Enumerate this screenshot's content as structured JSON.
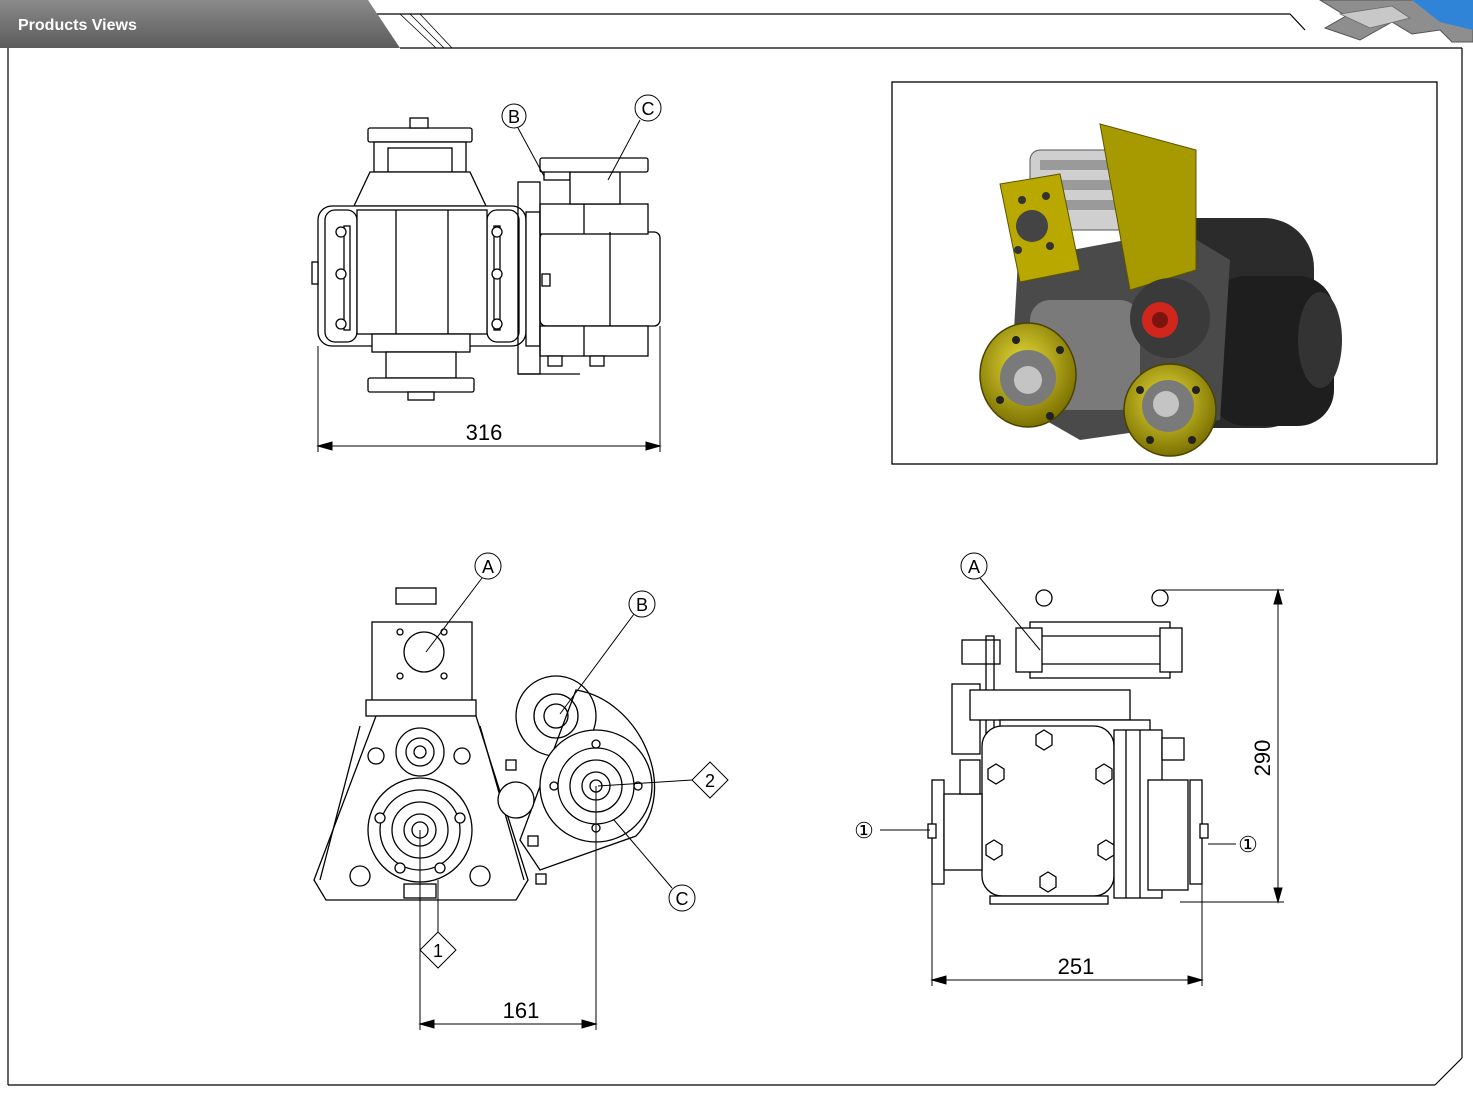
{
  "header": {
    "tab_label": "Products Views"
  },
  "colors": {
    "tab_bg": "#6e6e6e",
    "line": "#000000",
    "photo_dark": "#2b2b2b",
    "photo_yellow": "#b8a800",
    "photo_red": "#d0261c",
    "logo_blue": "#2f84d8"
  },
  "views": {
    "top": {
      "callouts": [
        "B",
        "C"
      ],
      "dim_width": "316"
    },
    "front": {
      "callouts": [
        "A",
        "B",
        "C"
      ],
      "port_labels": [
        "1",
        "2"
      ],
      "dim_spacing": "161"
    },
    "side": {
      "callouts": [
        "A"
      ],
      "port_labels": [
        "①",
        "①"
      ],
      "dim_width": "251",
      "dim_height": "290"
    }
  }
}
